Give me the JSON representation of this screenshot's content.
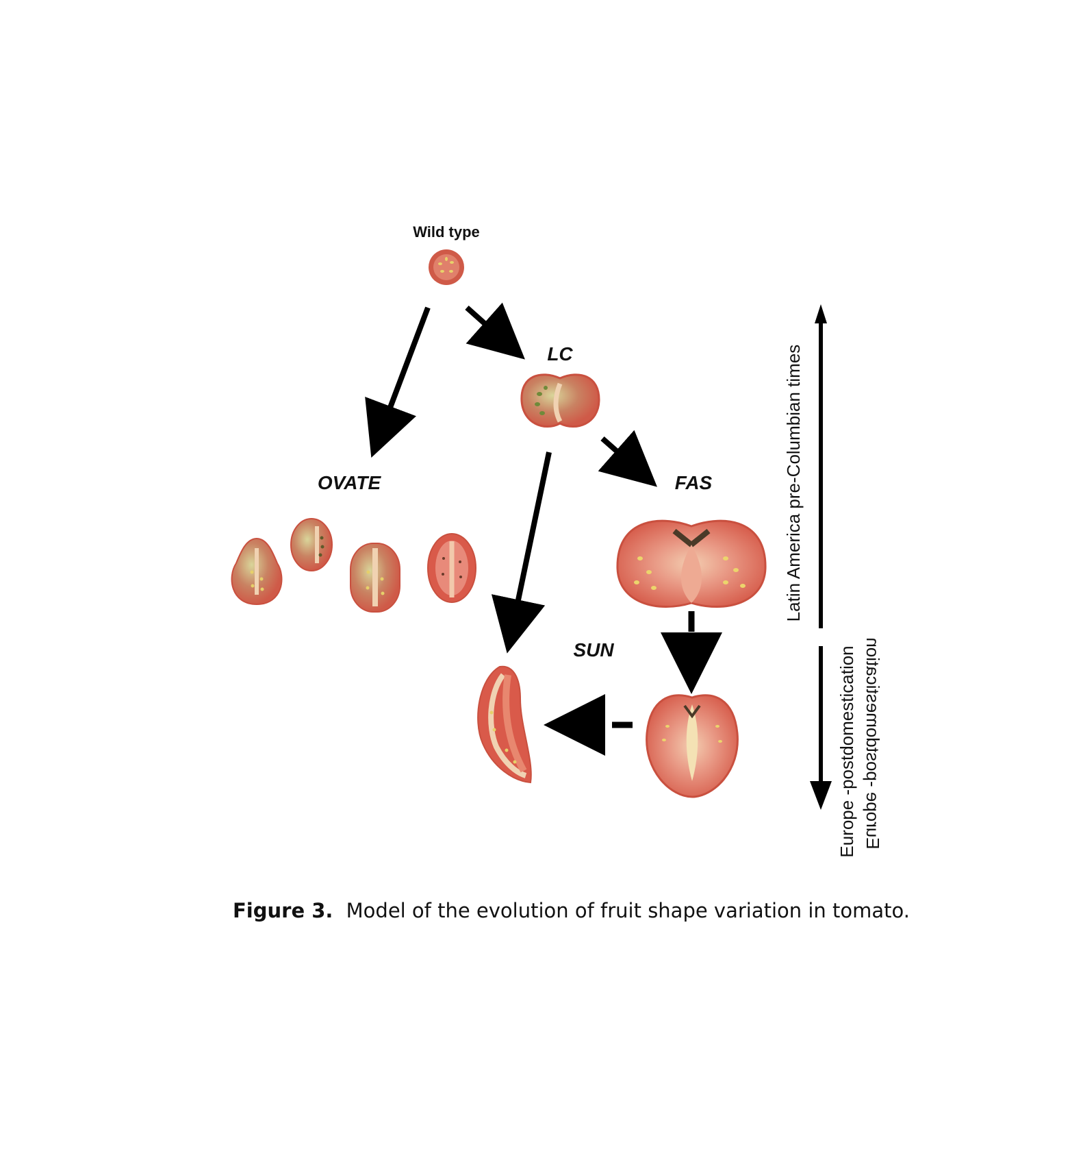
{
  "labels": {
    "wild_type": "Wild type",
    "lc": "LC",
    "ovate": "OVATE",
    "fas": "FAS",
    "sun": "SUN"
  },
  "timeline": {
    "upper": "Latin America pre-Columbian times",
    "lower": "Europe -postdomestication",
    "lower_ghost": "Europe -postdomestication"
  },
  "caption": {
    "label": "Figure 3.",
    "text": "Model of the evolution of fruit shape variation in tomato."
  },
  "colors": {
    "fruit_skin": "#d8584a",
    "fruit_flesh": "#e88a7a",
    "fruit_core": "#f0c9a8",
    "seeds": "#e6d06a",
    "shoulder_green": "#8ea05a",
    "arrow": "#000000"
  }
}
